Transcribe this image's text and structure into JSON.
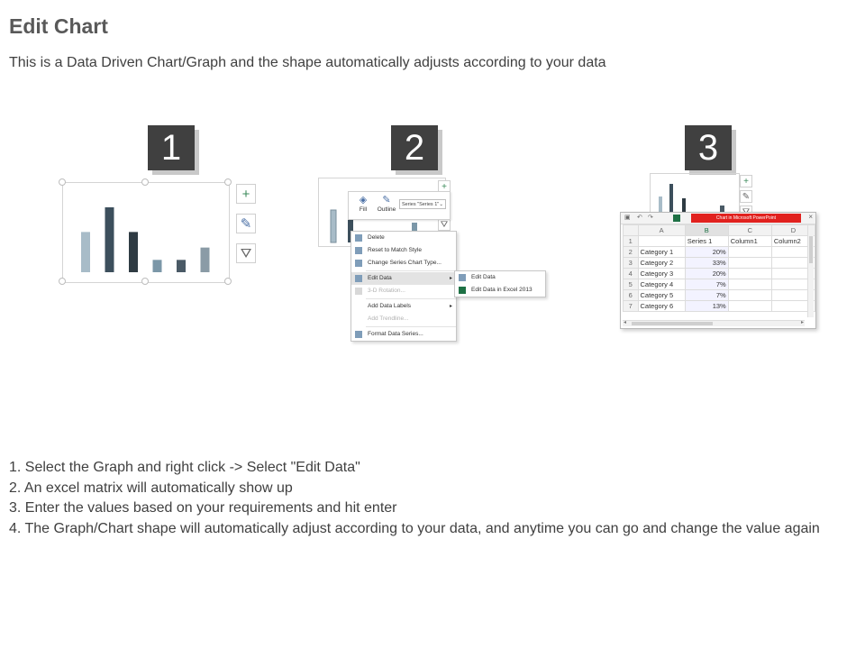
{
  "header": {
    "title": "Edit Chart",
    "subtitle": "This is a Data Driven Chart/Graph and the shape automatically adjusts according to your data"
  },
  "steps": [
    {
      "number": "1"
    },
    {
      "number": "2"
    },
    {
      "number": "3"
    }
  ],
  "panel1": {
    "bar_values": [
      0.62,
      1.0,
      0.62,
      0.19,
      0.19,
      0.38
    ],
    "bar_colors": [
      "#a8bcc8",
      "#3c4f5c",
      "#2f3b43",
      "#7b97a8",
      "#4a5a66",
      "#8a9ba6"
    ],
    "side_buttons": [
      {
        "icon": "plus-icon",
        "glyph": "+"
      },
      {
        "icon": "brush-icon",
        "glyph": "✎"
      },
      {
        "icon": "filter-icon",
        "glyph": "⛛"
      }
    ]
  },
  "panel2": {
    "ribbon": {
      "fill_label": "Fill",
      "outline_label": "Outline",
      "series_select": "Series \"Series 1\""
    },
    "context_menu": [
      {
        "label": "Delete",
        "state": "normal",
        "icon": "delete-icon"
      },
      {
        "label": "Reset to Match Style",
        "state": "normal",
        "icon": "reset-style-icon"
      },
      {
        "label": "Change Series Chart Type...",
        "state": "normal",
        "icon": "chart-type-icon"
      },
      {
        "label": "Edit Data",
        "state": "highlight",
        "icon": "edit-data-icon",
        "submenu": true
      },
      {
        "label": "3-D Rotation...",
        "state": "disabled",
        "icon": "rotation-icon"
      },
      {
        "label": "Add Data Labels",
        "state": "normal",
        "icon": "",
        "submenu": true
      },
      {
        "label": "Add Trendline...",
        "state": "disabled",
        "icon": ""
      },
      {
        "label": "Format Data Series...",
        "state": "normal",
        "icon": "format-series-icon"
      }
    ],
    "submenu": [
      {
        "label": "Edit Data",
        "icon": "edit-data-icon"
      },
      {
        "label": "Edit Data in Excel 2013",
        "icon": "excel-icon"
      }
    ]
  },
  "panel3": {
    "window_title": "Chart in Microsoft PowerPoint",
    "title_color": "#e1211e",
    "column_letters": [
      "",
      "A",
      "B",
      "C",
      "D"
    ],
    "header_row": [
      "1",
      "",
      "Series 1",
      "Column1",
      "Column2"
    ],
    "rows": [
      [
        "2",
        "Category 1",
        "20%",
        "",
        ""
      ],
      [
        "3",
        "Category 2",
        "33%",
        "",
        ""
      ],
      [
        "4",
        "Category 3",
        "20%",
        "",
        ""
      ],
      [
        "5",
        "Category 4",
        "7%",
        "",
        ""
      ],
      [
        "6",
        "Category 5",
        "7%",
        "",
        ""
      ],
      [
        "7",
        "Category 6",
        "13%",
        "",
        ""
      ]
    ]
  },
  "instructions": [
    "1. Select the Graph and right click -> Select \"Edit Data\"",
    "2. An excel matrix will automatically show up",
    "3. Enter the values based on your requirements and hit enter",
    "4. The Graph/Chart shape will automatically adjust according to your data, and anytime you can go and change the value again"
  ]
}
